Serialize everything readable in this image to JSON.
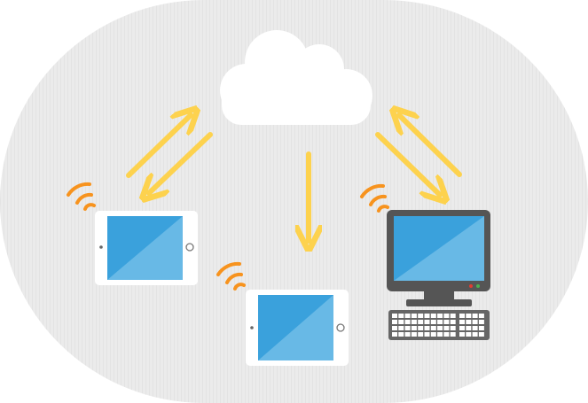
{
  "diagram": {
    "nodes": [
      {
        "id": "cloud",
        "icon": "cloud-icon"
      },
      {
        "id": "tablet-left",
        "icon": "tablet-icon"
      },
      {
        "id": "tablet-bottom",
        "icon": "tablet-icon"
      },
      {
        "id": "desktop",
        "icon": "desktop-computer-icon"
      }
    ],
    "connections": [
      {
        "from": "tablet-left",
        "to": "cloud",
        "bidirectional": true
      },
      {
        "from": "cloud",
        "to": "tablet-bottom",
        "bidirectional": false
      },
      {
        "from": "desktop",
        "to": "cloud",
        "bidirectional": true
      }
    ],
    "wireless_signal_icons": 3,
    "colors": {
      "background_blob": "#ebebeb",
      "blob_stripes": "#e2e2e2",
      "arrow": "#fdd24e",
      "wifi": "#f7931e",
      "screen_dark": "#3aa1dc",
      "screen_light": "#68b9e6",
      "device_frame": "#ffffff",
      "monitor_body": "#555555",
      "keyboard": "#666666",
      "cloud": "#ffffff",
      "led_red": "#e03c31",
      "led_green": "#4cb050"
    }
  }
}
